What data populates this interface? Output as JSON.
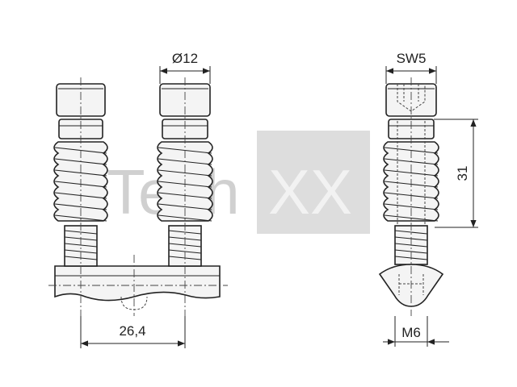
{
  "watermark": {
    "text_left": "Tech",
    "text_right": "XX"
  },
  "dimensions": {
    "diameter": "Ø12",
    "width_across_flats": "SW5",
    "length": "31",
    "spacing": "26,4",
    "thread": "M6"
  },
  "colors": {
    "line": "#222222",
    "fill": "#f4f4f4",
    "watermark_box": "#dddddd",
    "watermark_text": "#cccccc"
  }
}
